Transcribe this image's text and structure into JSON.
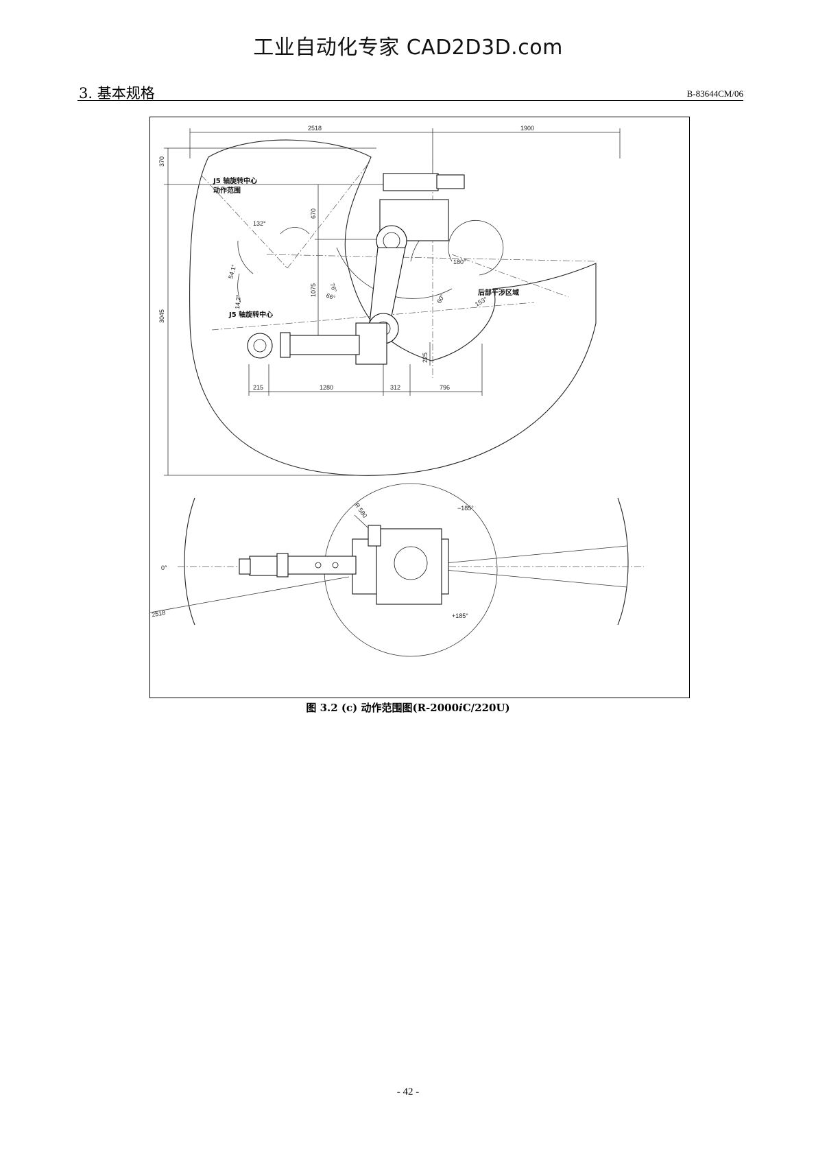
{
  "watermark": "工业自动化专家 CAD2D3D.com",
  "header": {
    "section_title": "3. 基本规格",
    "doc_code": "B-83644CM/06"
  },
  "side_view": {
    "dims": {
      "d2518": "2518",
      "d1900": "1900",
      "d370": "370",
      "d670": "670",
      "d1075": "1075",
      "d3045": "3045",
      "d225": "225",
      "d215": "215",
      "d1280": "1280",
      "d312": "312",
      "d796": "796"
    },
    "angles": {
      "a132": "132°",
      "a541": "54.1°",
      "a142": "14.2°",
      "a76": "76°",
      "a66": "66°",
      "a60": "60°",
      "a180": "180°",
      "a153": "153°"
    },
    "notes": {
      "j5_range_line1": "J5 轴旋转中心",
      "j5_range_line2": "动作范围",
      "j5_center": "J5 轴旋转中心",
      "rear_interference": "后部干涉区域"
    }
  },
  "top_view": {
    "labels": {
      "zero": "0°",
      "neg185": "−185°",
      "pos185": "+185°",
      "r580": "R 580",
      "r2518": "R 2518"
    }
  },
  "caption": {
    "prefix": "图 3.2 (c)  动作范围图(R-2000",
    "italic": "i",
    "suffix": "C/220U)"
  },
  "page_number": "- 42 -"
}
